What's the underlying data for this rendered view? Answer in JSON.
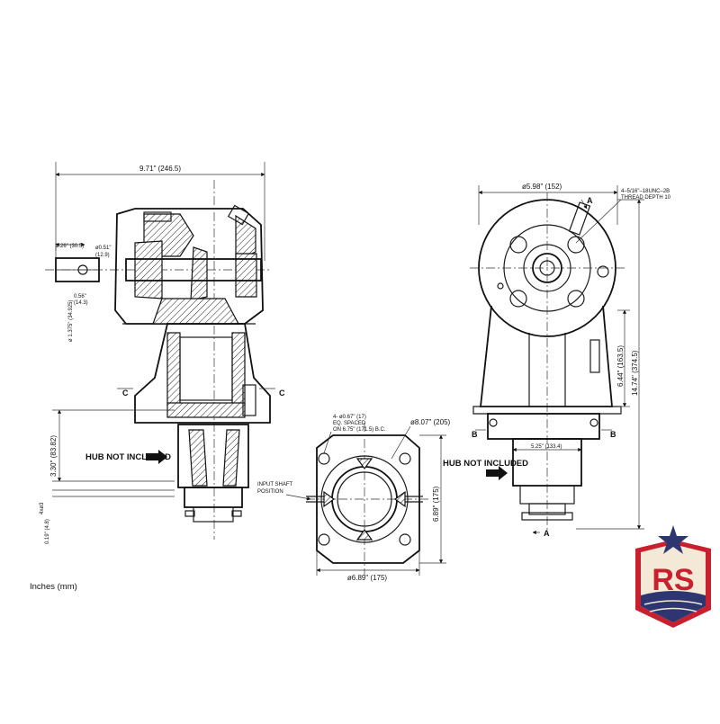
{
  "side_view": {
    "overall_width": "9.71\" (246.5)",
    "shaft_length": "1.26\" (30.5)",
    "shaft_dia": "ø0.51\"",
    "shaft_dia_mm": "(12.9)",
    "key_width": "0.56\"",
    "key_width_mm": "(14.3)",
    "input_dia": "ø 1.375\" (34.925)",
    "output_height": "3.30\" (83.82)",
    "output_offset": "0.19\" (4.8)",
    "output_pin": "4xø3",
    "section_mark": "C",
    "hub_callout": "HUB NOT INCLUDED"
  },
  "bottom_view": {
    "bolt_pattern_1": "4- ø0.67\" (17)",
    "bolt_pattern_2": "EQ. SPACED",
    "bolt_pattern_3": "ON 6.75\" (171.5) B.C.",
    "flange_dia": "ø8.07\" (205)",
    "input_label_1": "INPUT SHAFT",
    "input_label_2": "POSITION",
    "height": "6.89\" (175)",
    "width": "ø6.89\" (175)"
  },
  "front_view": {
    "face_dia": "ø5.98\" (152)",
    "thread_1": "4–5/16\"–18UNC–2B",
    "thread_2": "THREAD DEPTH 10",
    "section_a": "A",
    "section_b": "B",
    "height_1": "6.44\" (163.5)",
    "height_2": "14.74\" (374.5)",
    "hub_width": "5.25\" (133.4)",
    "hub_callout": "HUB NOT INCLUDED"
  },
  "units_note": "Inches (mm)",
  "logo": {
    "text": "RS",
    "colors": {
      "red": "#c8202f",
      "cream": "#f3e9d6",
      "blue": "#2d3670"
    }
  }
}
